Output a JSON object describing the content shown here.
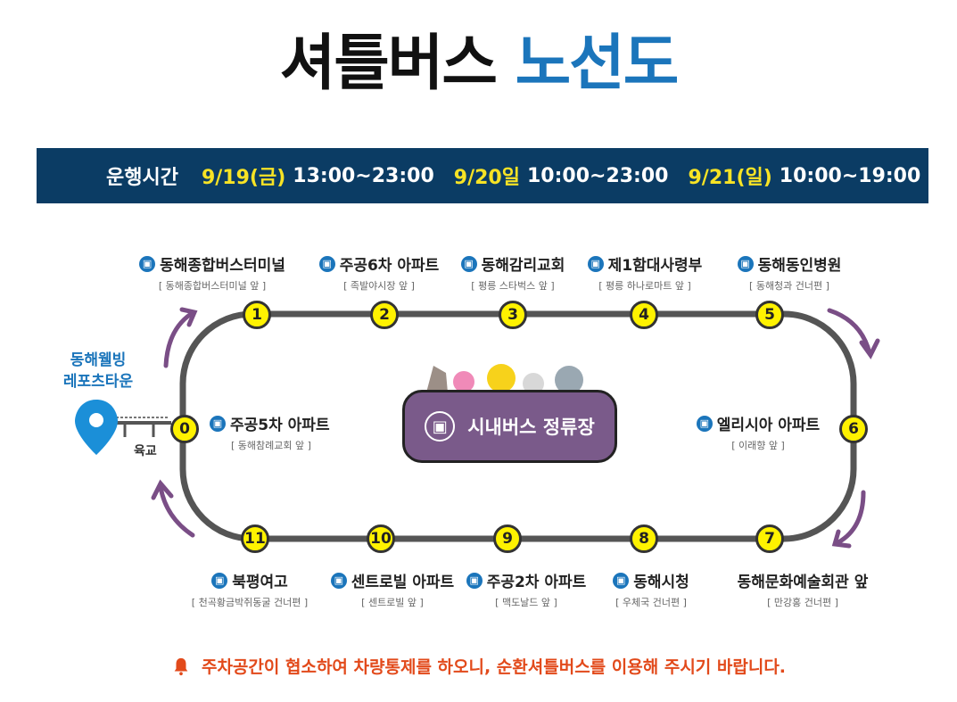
{
  "title": {
    "part1": "셔틀버스",
    "part2": "노선도"
  },
  "hours": {
    "label": "운행시간",
    "slots": [
      {
        "date": "9/19(금)",
        "time": "13:00~23:00"
      },
      {
        "date": "9/20일",
        "time": "10:00~23:00"
      },
      {
        "date": "9/21(일)",
        "time": "10:00~19:00"
      }
    ]
  },
  "origin": {
    "line1": "동해웰빙",
    "line2": "레포츠타운",
    "bridge": "육교"
  },
  "hub": {
    "label": "시내버스 정류장"
  },
  "stops": [
    {
      "num": "0",
      "name": "주공5차 아파트",
      "sub": "[ 동해참례교회 앞 ]"
    },
    {
      "num": "1",
      "name": "동해종합버스터미널",
      "sub": "[ 동해종합버스터미널 앞 ]"
    },
    {
      "num": "2",
      "name": "주공6차 아파트",
      "sub": "[ 족발야시장 앞 ]"
    },
    {
      "num": "3",
      "name": "동해감리교회",
      "sub": "[ 평릉 스타벅스 앞 ]"
    },
    {
      "num": "4",
      "name": "제1함대사령부",
      "sub": "[ 평릉 하나로마트 앞 ]"
    },
    {
      "num": "5",
      "name": "동해동인병원",
      "sub": "[ 동해청과 건너편 ]"
    },
    {
      "num": "6",
      "name": "엘리시아 아파트",
      "sub": "[ 이래향 앞 ]"
    },
    {
      "num": "7",
      "name": "동해문화예술회관 앞",
      "sub": "[ 만강홍 건너편 ]"
    },
    {
      "num": "8",
      "name": "동해시청",
      "sub": "[ 우체국 건너편 ]"
    },
    {
      "num": "9",
      "name": "주공2차 아파트",
      "sub": "[ 맥도날드 앞 ]"
    },
    {
      "num": "10",
      "name": "센트로빌 아파트",
      "sub": "[ 센트로빌 앞 ]"
    },
    {
      "num": "11",
      "name": "북평여고",
      "sub": "[ 천곡황금박쥐동굴 건너편 ]"
    }
  ],
  "notice": {
    "text": "주차공간이 협소하여 차량통제를 하오니, 순환셔틀버스를 이용해 주시기 바랍니다."
  },
  "colors": {
    "navy": "#0b3c64",
    "blue": "#1b75bb",
    "yellow": "#fff200",
    "purple": "#7a5a8a",
    "arrow": "#7a4e86",
    "notice": "#e24a1b"
  },
  "icons": [
    "bus-stop-icon",
    "location-pin-icon",
    "bell-icon",
    "bus-icon",
    "direction-arrow-icon"
  ]
}
